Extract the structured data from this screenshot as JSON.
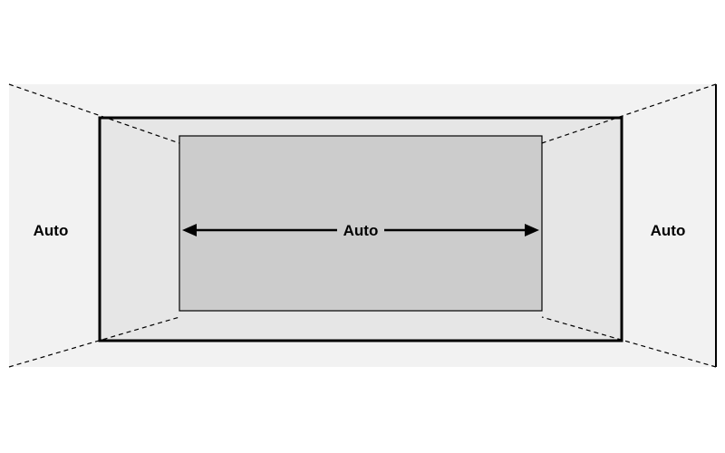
{
  "diagram": {
    "left_margin_label": "Auto",
    "width_label": "Auto",
    "right_margin_label": "Auto"
  },
  "colors": {
    "outer_area": "#f2f2f2",
    "containing_block": "#e6e6e6",
    "content_box": "#cccccc",
    "stroke": "#000000"
  }
}
